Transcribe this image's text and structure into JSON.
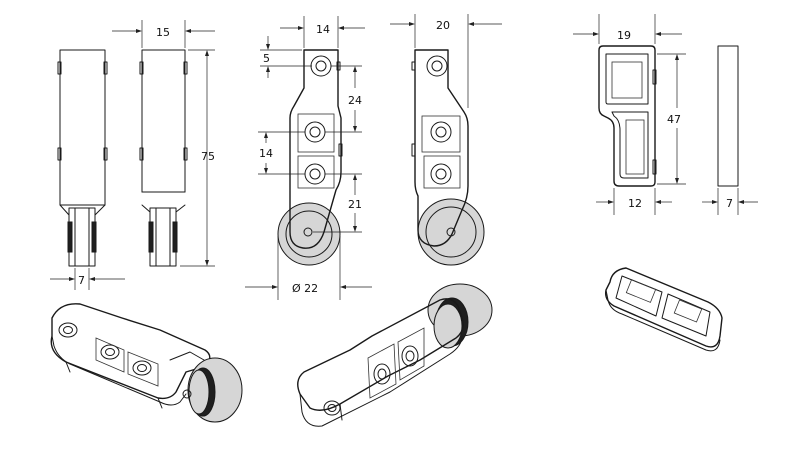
{
  "dimensions": {
    "width_15": "15",
    "height_75": "75",
    "roller_width_7": "7",
    "top_width_14": "14",
    "top_offset_5": "5",
    "hole_spacing_24": "24",
    "hole_spacing_14": "14",
    "wheel_offset_21": "21",
    "wheel_diameter": "Ø 22",
    "side_width_20": "20",
    "cap_width_19": "19",
    "cap_height_47": "47",
    "cap_inner_12": "12",
    "cap_thickness_7": "7"
  },
  "colors": {
    "line": "#1a1a1a",
    "wheel_fill": "#d6d6d6",
    "tire_band": "#1f1f1f"
  }
}
